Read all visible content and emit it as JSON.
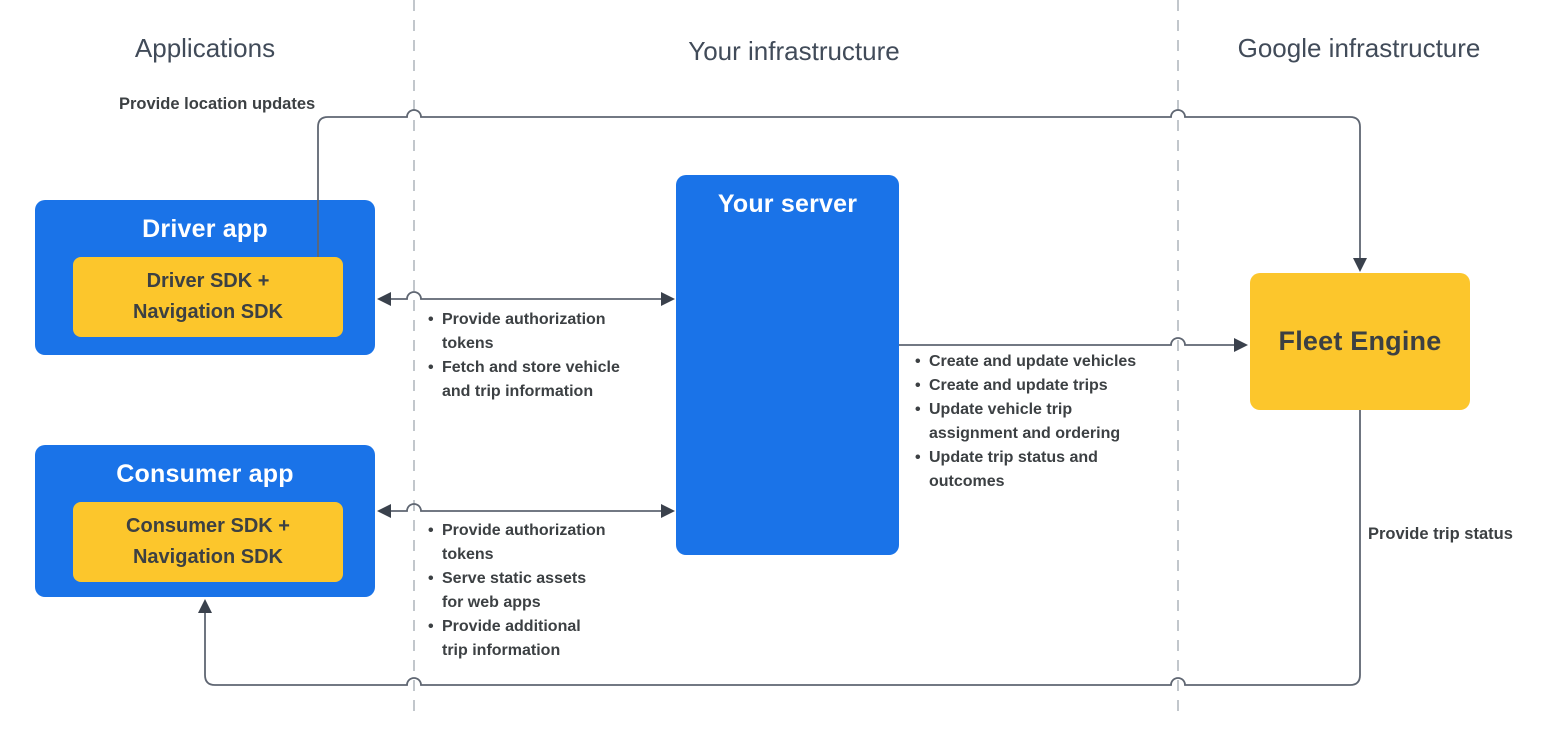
{
  "columns": {
    "applications": "Applications",
    "your_infrastructure": "Your infrastructure",
    "google_infrastructure": "Google infrastructure"
  },
  "nodes": {
    "driver_app": {
      "title": "Driver app",
      "sdk_label": "Driver SDK +\nNavigation SDK"
    },
    "consumer_app": {
      "title": "Consumer app",
      "sdk_label": "Consumer SDK +\nNavigation SDK"
    },
    "your_server": {
      "title": "Your server"
    },
    "fleet_engine": {
      "title": "Fleet Engine"
    }
  },
  "edges": {
    "location_updates": {
      "label": "Provide location updates"
    },
    "trip_status": {
      "label": "Provide trip status"
    },
    "driver_server": {
      "bullets": [
        "Provide authorization\ntokens",
        "Fetch and store vehicle\nand trip information"
      ]
    },
    "consumer_server": {
      "bullets": [
        "Provide authorization\ntokens",
        "Serve static assets\nfor web apps",
        "Provide additional\ntrip information"
      ]
    },
    "server_fleet": {
      "bullets": [
        "Create and update vehicles",
        "Create and update trips",
        "Update vehicle trip\nassignment and ordering",
        "Update trip status and\noutcomes"
      ]
    }
  },
  "colors": {
    "node_blue": "#1a73e8",
    "node_yellow": "#fcc62c",
    "edge_line": "#5f6672",
    "arrowhead": "#3a414c",
    "dashed_divider": "#c2c7cc",
    "text_dark": "#3c4043",
    "header_text": "#414b59"
  }
}
